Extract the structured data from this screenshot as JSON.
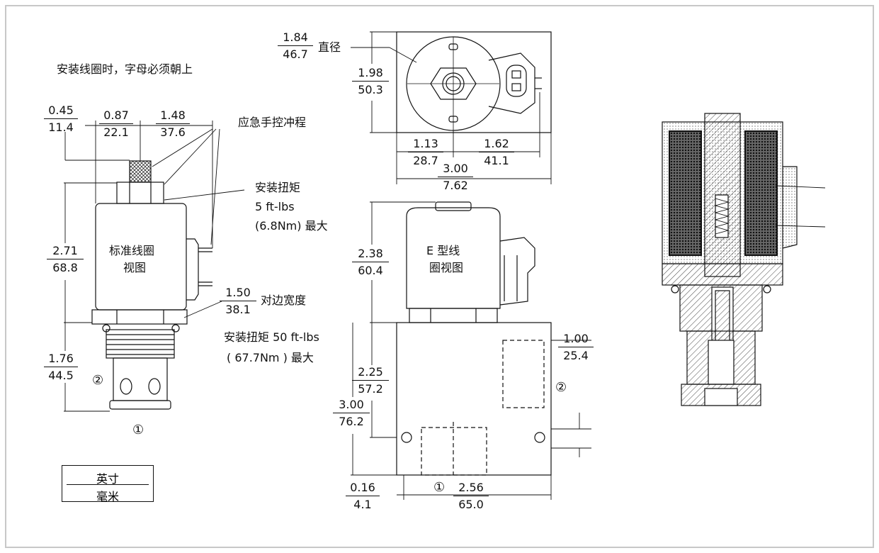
{
  "labels": {
    "install_note": "安装线圈时，字母必须朝上",
    "manual_override": "应急手控冲程",
    "install_torque_coil_title": "安装扭矩",
    "install_torque_coil_value": "5 ft-lbs",
    "install_torque_coil_metric": "(6.8Nm) 最大",
    "hex_across_flats": "对边宽度",
    "install_torque_valve_1": "安装扭矩 50 ft-lbs",
    "install_torque_valve_2": "( 67.7Nm ) 最大",
    "std_coil_view_1": "标准线圈",
    "std_coil_view_2": "视图",
    "e_coil_view_1": "E 型线",
    "e_coil_view_2": "圈视图",
    "diameter": "直径",
    "port1": "①",
    "port2": "②"
  },
  "dimensions": {
    "d_045": {
      "in": "0.45",
      "mm": "11.4"
    },
    "d_087": {
      "in": "0.87",
      "mm": "22.1"
    },
    "d_148": {
      "in": "1.48",
      "mm": "37.6"
    },
    "d_271": {
      "in": "2.71",
      "mm": "68.8"
    },
    "d_150": {
      "in": "1.50",
      "mm": "38.1"
    },
    "d_176": {
      "in": "1.76",
      "mm": "44.5"
    },
    "d_184": {
      "in": "1.84",
      "mm": "46.7"
    },
    "d_198": {
      "in": "1.98",
      "mm": "50.3"
    },
    "d_113": {
      "in": "1.13",
      "mm": "28.7"
    },
    "d_162": {
      "in": "1.62",
      "mm": "41.1"
    },
    "d_300w": {
      "in": "3.00",
      "mm": "7.62"
    },
    "d_238": {
      "in": "2.38",
      "mm": "60.4"
    },
    "d_225": {
      "in": "2.25",
      "mm": "57.2"
    },
    "d_300h": {
      "in": "3.00",
      "mm": "76.2"
    },
    "d_100": {
      "in": "1.00",
      "mm": "25.4"
    },
    "d_016": {
      "in": "0.16",
      "mm": "4.1"
    },
    "d_256": {
      "in": "2.56",
      "mm": "65.0"
    }
  },
  "units": {
    "inch": "英寸",
    "mm": "毫米"
  }
}
